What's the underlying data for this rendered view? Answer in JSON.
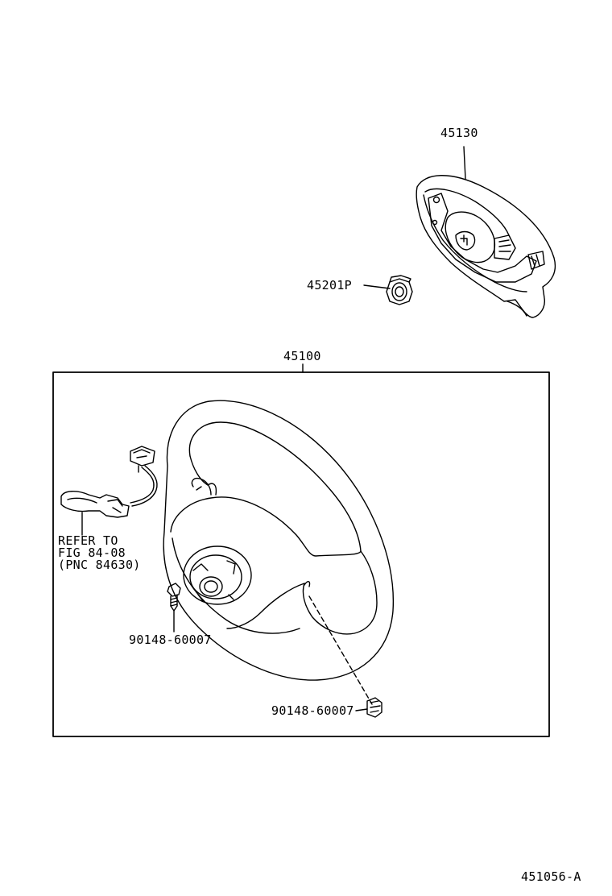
{
  "parts": {
    "airbag": "45130",
    "nut": "45201P",
    "wheel_assembly": "45100",
    "screw_left": "90148-60007",
    "screw_right": "90148-60007"
  },
  "reference_note": {
    "line1": "REFER TO",
    "line2": "FIG 84-08",
    "line3": "(PNC 84630)"
  },
  "figure_id": "451056-A",
  "colors": {
    "line": "#000000",
    "background": "#ffffff"
  }
}
